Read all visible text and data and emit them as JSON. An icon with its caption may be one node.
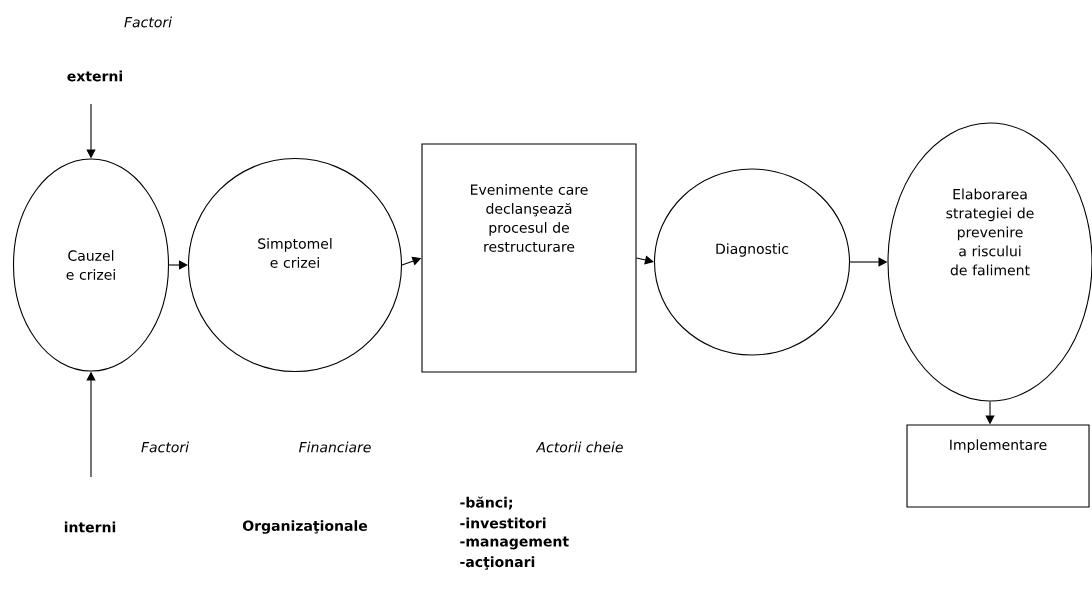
{
  "diagram": {
    "nodes": [
      {
        "text": [
          "Cauzel e crizei"
        ]
      },
      {
        "text": [
          "Simptomel e crizei"
        ]
      },
      {
        "text": [
          "Evenimente care declanşează procesul de restructurare"
        ]
      },
      {
        "text": [
          "Diagnostic"
        ]
      },
      {
        "text": [
          "Elaborarea strategiei de prevenire a riscului de faliment"
        ]
      },
      {
        "text": [
          "Implementare"
        ]
      }
    ],
    "edges": [
      {
        "from": null,
        "to": 0,
        "arrow": "to"
      },
      {
        "from": null,
        "to": 0,
        "arrow": "to"
      },
      {
        "from": 0,
        "to": 1,
        "arrow": "to"
      },
      {
        "from": 1,
        "to": 2,
        "arrow": "to"
      },
      {
        "from": 2,
        "to": 3,
        "arrow": "to"
      },
      {
        "from": 3,
        "to": 4,
        "arrow": "to"
      },
      {
        "from": 4,
        "to": 5,
        "arrow": "to"
      }
    ],
    "labels": [
      "Factori",
      "externi",
      "Factori",
      "Financiare",
      "Actorii cheie",
      "interni",
      "Organizaţionale",
      "-bănci;",
      "-investitori",
      "-management",
      "-acţionari"
    ]
  }
}
